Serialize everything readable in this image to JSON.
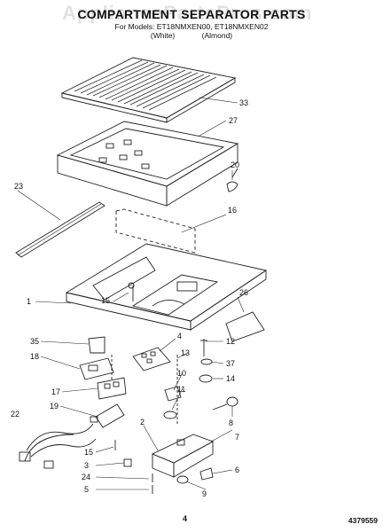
{
  "header": {
    "watermark": "AppliancePartsPros.com",
    "title": "COMPARTMENT SEPARATOR PARTS",
    "model_line": "For Models: ET18NMXEN00, ET18NMXEN02",
    "variant_white": "(White)",
    "variant_almond": "(Almond)"
  },
  "callouts": [
    "33",
    "27",
    "20",
    "16",
    "23",
    "26",
    "1",
    "15",
    "4",
    "12",
    "35",
    "37",
    "18",
    "13",
    "14",
    "10",
    "17",
    "11",
    "8",
    "19",
    "22",
    "7",
    "2",
    "15",
    "3",
    "6",
    "24",
    "5",
    "9"
  ],
  "footer": {
    "page_number": "4",
    "doc_number": "4379559"
  }
}
